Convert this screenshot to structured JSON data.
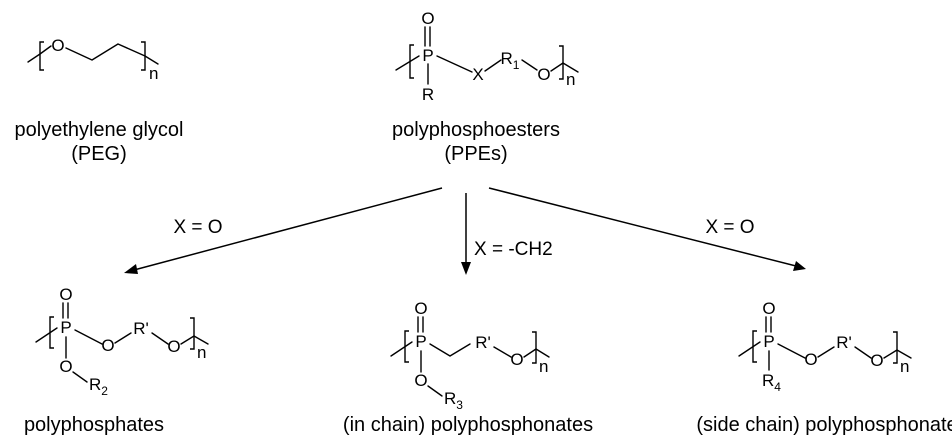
{
  "peg": {
    "atom_o": "O",
    "repeat": "n",
    "name": "polyethylene glycol",
    "abbr": "(PEG)"
  },
  "ppe": {
    "atom_o_top": "O",
    "atom_p": "P",
    "atom_r": "R",
    "atom_x": "X",
    "atom_r1": "R",
    "atom_r1_sub": "1",
    "atom_o_chain": "O",
    "repeat": "n",
    "name": "polyphosphoesters",
    "abbr": "(PPEs)"
  },
  "arrows": {
    "left_label": "X = O",
    "middle_label": "X = -CH2",
    "right_label": "X = O"
  },
  "phosphates": {
    "atom_o_top": "O",
    "atom_p": "P",
    "atom_o1": "O",
    "atom_rp": "R'",
    "atom_o2": "O",
    "atom_o_side": "O",
    "atom_r2": "R",
    "atom_r2_sub": "2",
    "repeat": "n",
    "name": "polyphosphates"
  },
  "phosphonates_in": {
    "atom_o_top": "O",
    "atom_p": "P",
    "atom_rp": "R'",
    "atom_o2": "O",
    "atom_o_side": "O",
    "atom_r3": "R",
    "atom_r3_sub": "3",
    "repeat": "n",
    "name": "(in chain) polyphosphonates"
  },
  "phosphonates_side": {
    "atom_o_top": "O",
    "atom_p": "P",
    "atom_o1": "O",
    "atom_rp": "R'",
    "atom_o2": "O",
    "atom_r4": "R",
    "atom_r4_sub": "4",
    "repeat": "n",
    "name": "(side chain) polyphosphonates"
  }
}
